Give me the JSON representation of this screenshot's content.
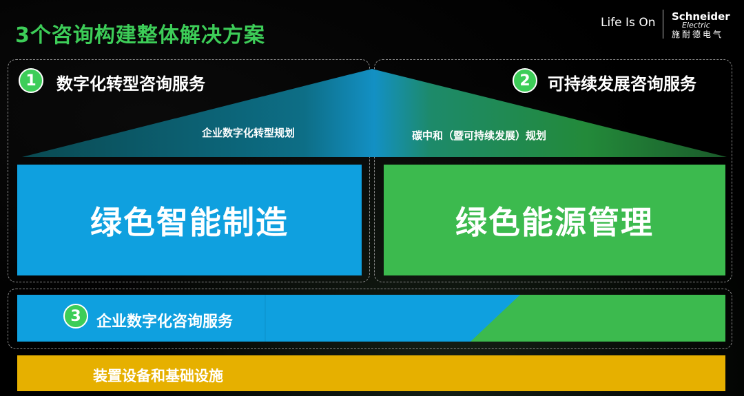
{
  "header": {
    "title": "3个咨询构建整体解决方案",
    "tagline": "Life Is On",
    "brand_name": "Schneider",
    "brand_sub": "Electric",
    "brand_cn": "施耐德电气"
  },
  "services": [
    {
      "number": "1",
      "title": "数字化转型咨询服务"
    },
    {
      "number": "2",
      "title": "可持续发展咨询服务"
    },
    {
      "number": "3",
      "title": "企业数字化咨询服务"
    }
  ],
  "roof": {
    "left_label": "企业数字化转型规划",
    "right_label": "碳中和（暨可持续发展）规划"
  },
  "pillars": {
    "left": "绿色智能制造",
    "right": "绿色能源管理"
  },
  "foundation": {
    "label": "装置设备和基础设施"
  },
  "colors": {
    "green": "#3dcd58",
    "blue": "#0fa0df",
    "pillar_green": "#3cba4e",
    "gold": "#e6b000",
    "background": "#000000"
  }
}
